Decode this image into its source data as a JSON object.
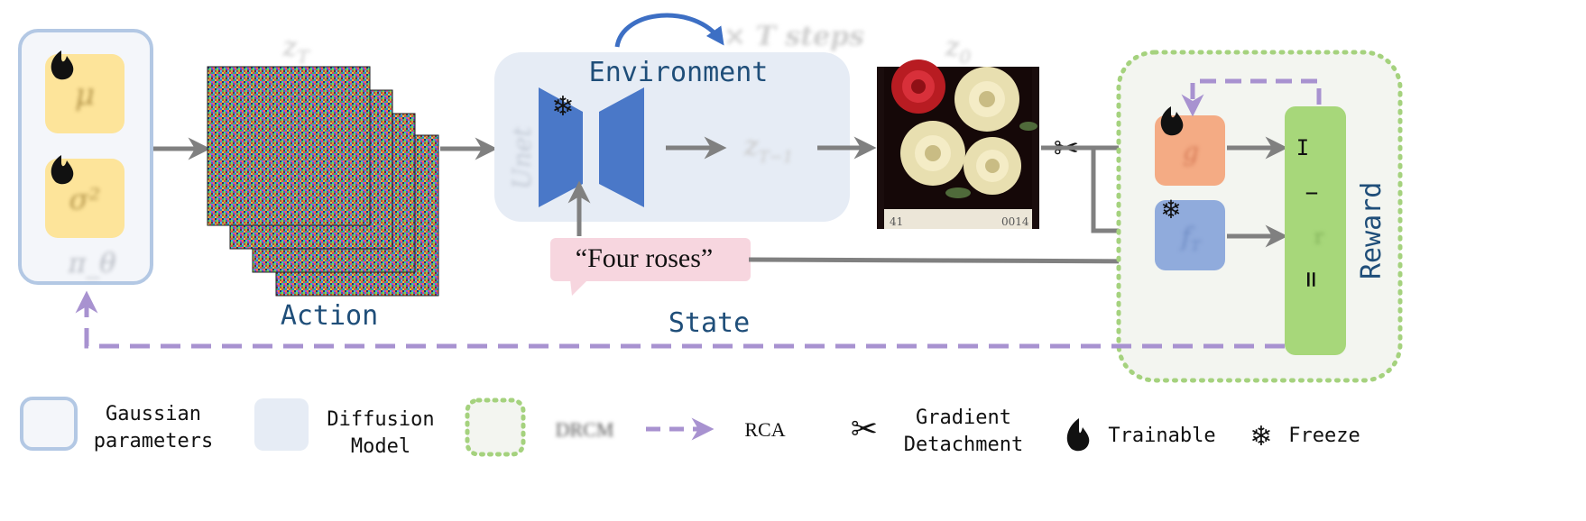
{
  "policy": {
    "mu": "μ",
    "sigma": "σ²",
    "pi": "π_θ"
  },
  "noise": {
    "top_label": "z_T",
    "caption": "Action"
  },
  "environment": {
    "title": "Environment",
    "unet_label": "Unet",
    "steps_label": "× T steps",
    "zt1_label": "z_{T−1}"
  },
  "output": {
    "z0_label": "z_0",
    "footer_left": "41",
    "footer_right": "0014"
  },
  "prompt": {
    "text": "“Four roses”"
  },
  "state": {
    "label": "State"
  },
  "reward_module": {
    "g_label": "g",
    "f_label": "f_T",
    "title": "Reward",
    "eq_symbols": [
      "I",
      "−",
      "−",
      "=="
    ]
  },
  "legend": {
    "gaussian": [
      "Gaussian",
      "parameters"
    ],
    "diffusion": [
      "Diffusion",
      "Model"
    ],
    "drcm": "DRCM",
    "rca": "RCA",
    "gradient": [
      "Gradient",
      "Detachment"
    ],
    "trainable": "Trainable",
    "freeze": "Freeze"
  },
  "colors": {
    "policy_border": "#b3c8e4",
    "policy_fill": "#f4f6fa",
    "param_fill": "#fde49a",
    "env_fill": "#e6ecf5",
    "unet_fill": "#4a78c8",
    "prompt_fill": "#f7d6df",
    "g_fill": "#f4ab84",
    "f_fill": "#90abdc",
    "reward_fill": "#a7d77a",
    "drcm_border": "#a5d27e",
    "drcm_fill": "#f3f5f0",
    "rca_color": "#a892d0",
    "arrow": "#808080",
    "title_blue": "#1f4e79"
  }
}
